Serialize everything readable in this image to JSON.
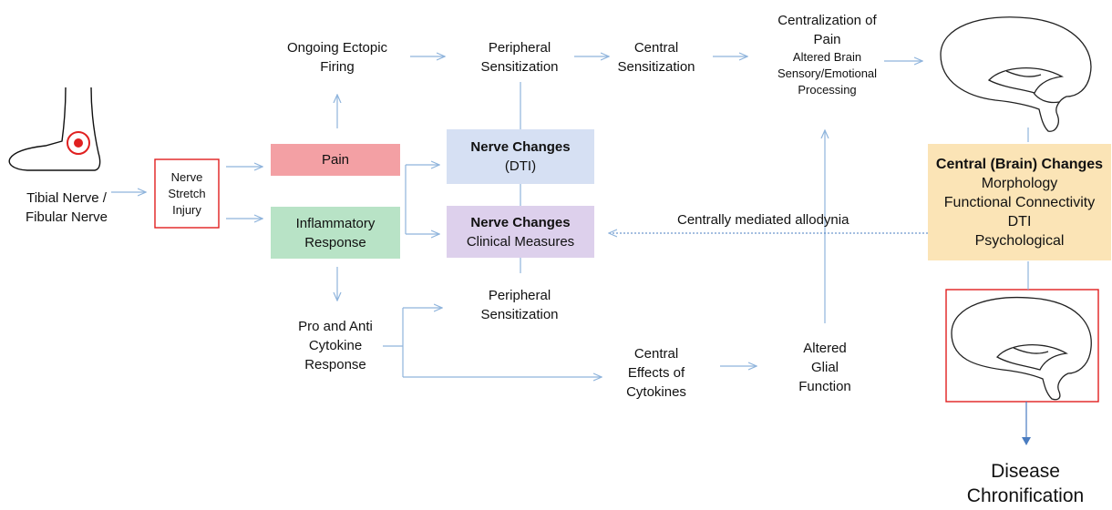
{
  "nodes": {
    "foot": {
      "lines": [
        "Tibial Nerve /",
        "Fibular Nerve"
      ]
    },
    "injury": {
      "lines": [
        "Nerve",
        "Stretch",
        "Injury"
      ]
    },
    "pain": {
      "lines": [
        "Pain"
      ]
    },
    "inflammatory": {
      "lines": [
        "Inflammatory",
        "Response"
      ]
    },
    "ongoing_ectopic": {
      "lines": [
        "Ongoing Ectopic",
        "Firing"
      ]
    },
    "peripheral_sens_top": {
      "lines": [
        "Peripheral",
        "Sensitization"
      ]
    },
    "central_sens": {
      "lines": [
        "Central",
        "Sensitization"
      ]
    },
    "centralization": {
      "lines": [
        "Centralization of",
        "Pain"
      ],
      "sub_lines": [
        "Altered Brain",
        "Sensory/Emotional",
        "Processing"
      ]
    },
    "nerve_dti": {
      "title": "Nerve Changes",
      "sub": "(DTI)"
    },
    "nerve_clinical": {
      "title": "Nerve Changes",
      "sub": "Clinical Measures"
    },
    "peripheral_sens_bottom": {
      "lines": [
        "Peripheral",
        "Sensitization"
      ]
    },
    "cytokine": {
      "lines": [
        "Pro and Anti",
        "Cytokine",
        "Response"
      ]
    },
    "central_effects": {
      "lines": [
        "Central",
        "Effects of",
        "Cytokines"
      ]
    },
    "glial": {
      "lines": [
        "Altered",
        "Glial",
        "Function"
      ]
    },
    "brain_changes": {
      "title": "Central (Brain) Changes",
      "items": [
        "Morphology",
        "Functional Connectivity",
        "DTI",
        "Psychological"
      ]
    },
    "chronification": {
      "lines": [
        "Disease",
        "Chronification"
      ]
    }
  },
  "edges": {
    "allodynia": "Centrally mediated allodynia"
  },
  "colors": {
    "arrow": "#8fb4dc",
    "arrow_dark": "#4a7cc0",
    "pain_fill": "#f3a0a4",
    "inflammatory_fill": "#b8e3c6",
    "dti_fill": "#d6e0f3",
    "clinical_fill": "#ddd0ec",
    "brain_fill": "#fbe4b6",
    "red": "#e02020"
  },
  "icons": [
    "foot-icon",
    "brain-icon",
    "brain-icon-highlighted"
  ]
}
